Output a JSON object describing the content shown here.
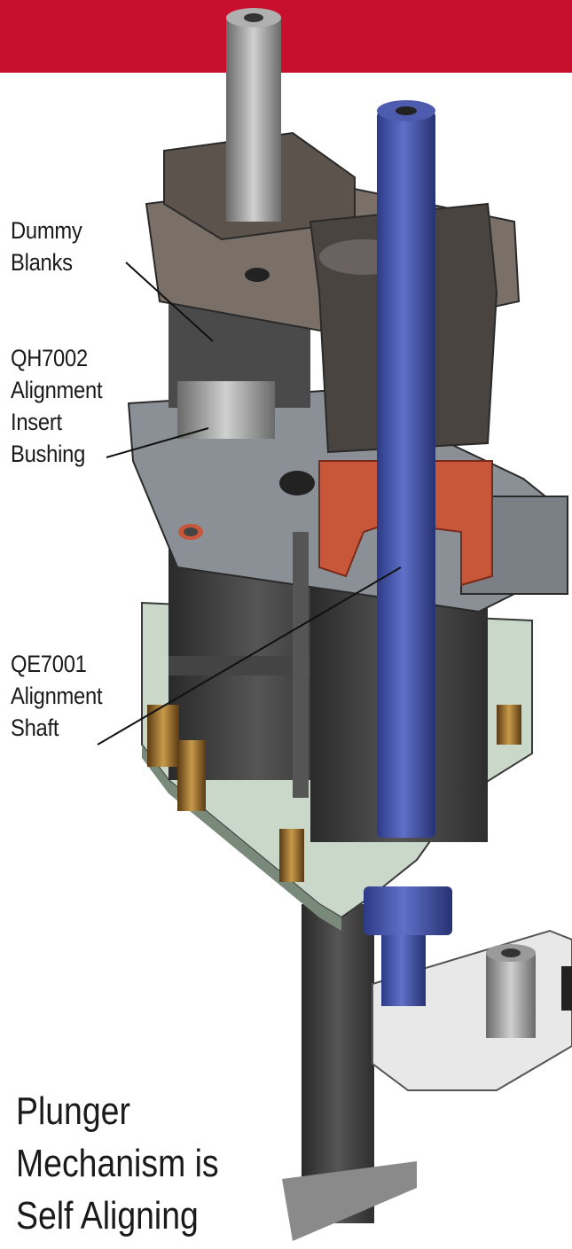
{
  "colors": {
    "banner": "#c8102e",
    "shaft_blue": "#3a4a9a",
    "bushing_copper": "#c8573a",
    "body_dark": "#3a3a3a",
    "base_mint": "#c9d8c8"
  },
  "labels": {
    "dummy_blanks": [
      "Dummy",
      "Blanks"
    ],
    "qh7002": [
      "QH7002",
      "Alignment",
      "Insert",
      "Bushing"
    ],
    "qe7001": [
      "QE7001",
      "Alignment",
      "Shaft"
    ]
  },
  "caption": [
    "Plunger",
    "Mechanism is",
    "Self Aligning"
  ]
}
